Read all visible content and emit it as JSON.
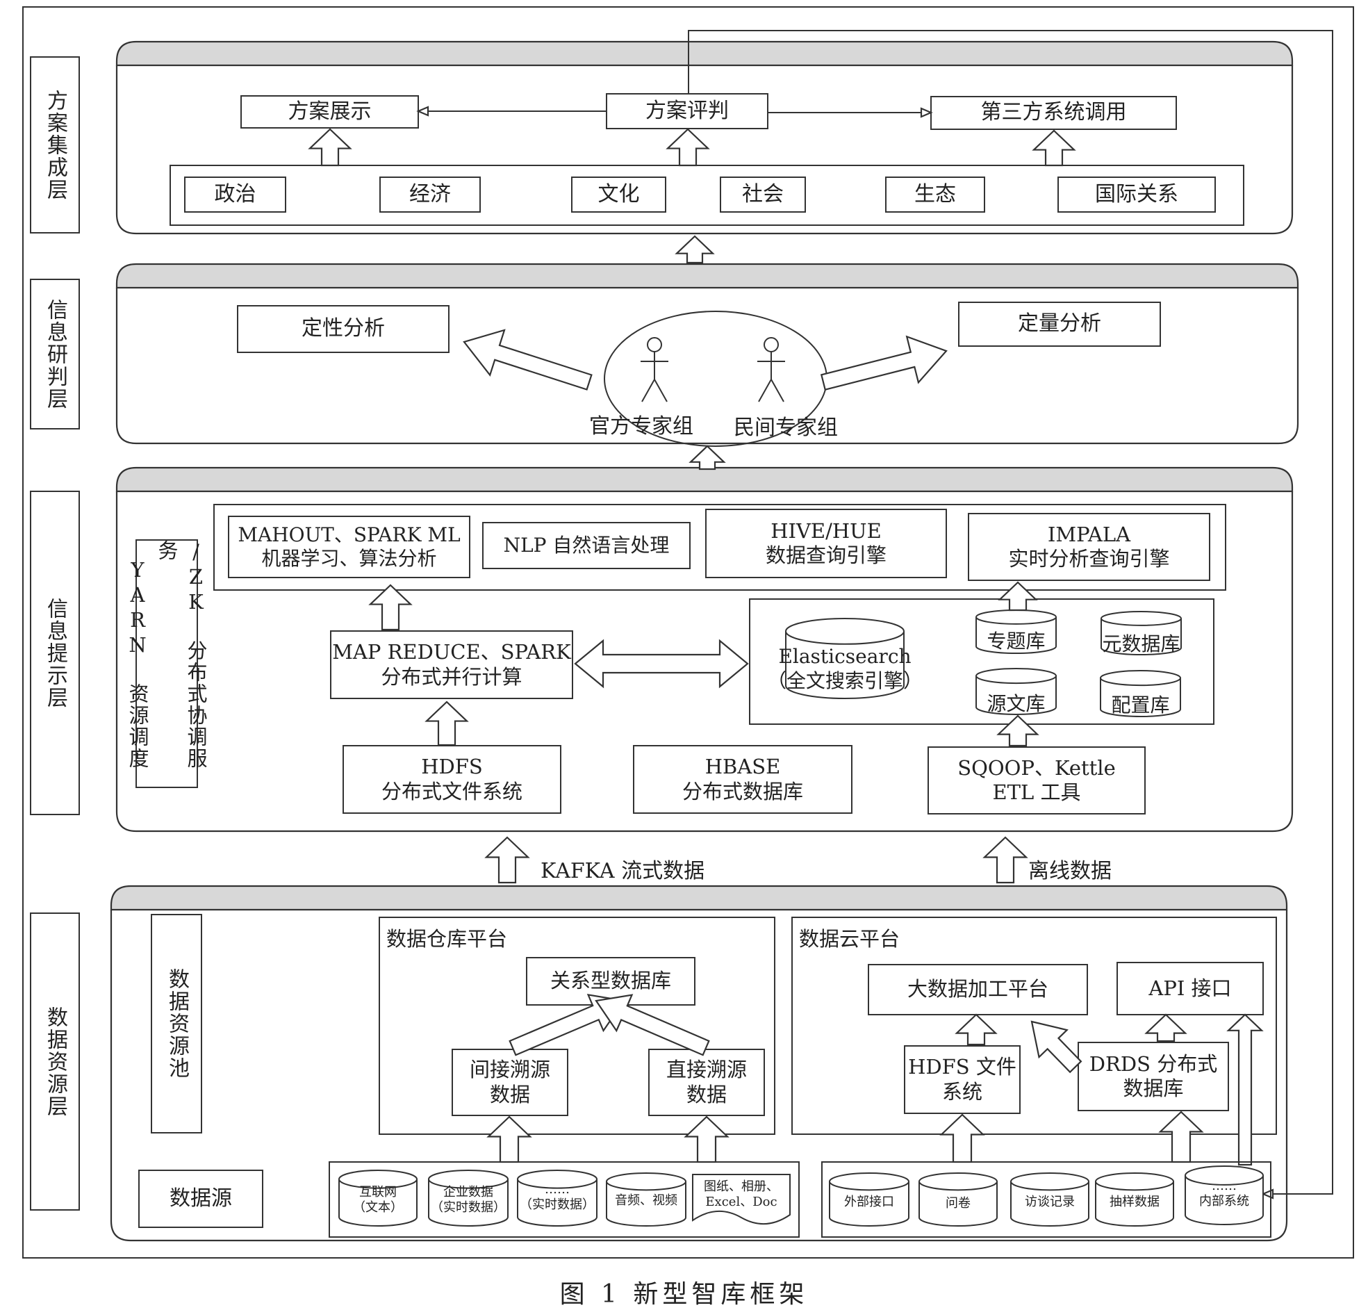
{
  "layers": {
    "integration": "方案集成层",
    "judgment": "信息研判层",
    "prompt": "信息提示层",
    "resource": "数据资源层"
  },
  "integration": {
    "display": "方案展示",
    "evaluate": "方案评判",
    "third_party": "第三方系统调用",
    "domains": [
      "政治",
      "经济",
      "文化",
      "社会",
      "生态",
      "国际关系"
    ]
  },
  "judgment": {
    "qualitative": "定性分析",
    "quantitative": "定量分析",
    "official_group": "官方专家组",
    "civil_group": "民间专家组"
  },
  "prompt": {
    "yarn": [
      "YARN 资源调度",
      "/ZK 分布式协调服务"
    ],
    "mahout": [
      "MAHOUT、SPARK ML",
      "机器学习、算法分析"
    ],
    "nlp": "NLP 自然语言处理",
    "hive": [
      "HIVE/HUE",
      "数据查询引擎"
    ],
    "impala": [
      "IMPALA",
      "实时分析查询引擎"
    ],
    "mapreduce": [
      "MAP REDUCE、SPARK",
      "分布式并行计算"
    ],
    "elasticsearch": [
      "Elasticsearch",
      "（全文搜索引擎）"
    ],
    "topic_db": "专题库",
    "meta_db": "元数据库",
    "source_db": "源文库",
    "config_db": "配置库",
    "hdfs": [
      "HDFS",
      "分布式文件系统"
    ],
    "hbase": [
      "HBASE",
      "分布式数据库"
    ],
    "sqoop": [
      "SQOOP、Kettle",
      "ETL 工具"
    ]
  },
  "flows": {
    "kafka": "KAFKA 流式数据",
    "offline": "离线数据"
  },
  "resource": {
    "pool": "数据资源池",
    "source": "数据源",
    "warehouse": {
      "title": "数据仓库平台",
      "relational": "关系型数据库",
      "indirect": [
        "间接溯源",
        "数据"
      ],
      "direct": [
        "直接溯源",
        "数据"
      ]
    },
    "cloud": {
      "title": "数据云平台",
      "bigdata": "大数据加工平台",
      "api": "API 接口",
      "hdfs": [
        "HDFS 文件",
        "系统"
      ],
      "drds": [
        "DRDS 分布式",
        "数据库"
      ]
    },
    "left_sources": [
      [
        "互联网",
        "（文本）"
      ],
      [
        "企业数据",
        "（实时数据）"
      ],
      [
        "……",
        "（实时数据）"
      ],
      [
        "音频、视频"
      ],
      [
        "图纸、相册、",
        "Excel、Doc"
      ]
    ],
    "right_sources": [
      [
        "外部接口"
      ],
      [
        "问卷"
      ],
      [
        "访谈记录"
      ],
      [
        "抽样数据"
      ],
      [
        "……",
        "内部系统"
      ]
    ]
  },
  "caption": "图 1   新型智库框架"
}
